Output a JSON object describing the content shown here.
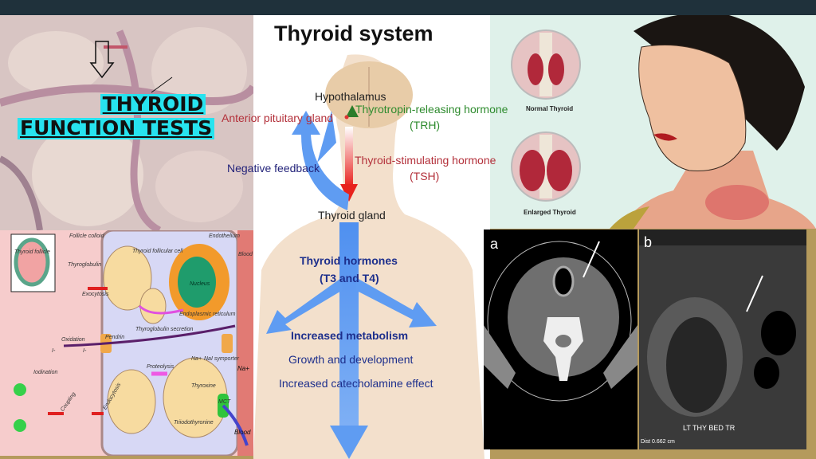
{
  "banner": {
    "line1": "THYROID",
    "line2": "FUNCTION TESTS"
  },
  "diagram": {
    "title": "Thyroid system",
    "hypothalamus": "Hypothalamus",
    "anterior_pituitary": "Anterior pituitary gland",
    "trh": "Thyrotropin-releasing hormone",
    "trh_abbr": "(TRH)",
    "tsh": "Thyroid-stimulating hormone",
    "tsh_abbr": "(TSH)",
    "negative_feedback": "Negative feedback",
    "thyroid_gland": "Thyroid gland",
    "hormones": "Thyroid hormones",
    "hormones_abbr": "(T3 and T4)",
    "effects": [
      "Increased metabolism",
      "Growth and development",
      "Increased catecholamine effect"
    ],
    "colors": {
      "trh": "#2e8b2e",
      "tsh": "#b3303a",
      "feedback": "#23237a",
      "hormones": "#1d2f8c",
      "arrow_blue": "#4f90f0",
      "arrow_red": "#e8221d"
    }
  },
  "goiter": {
    "normal": "Normal Thyroid",
    "enlarged": "Enlarged Thyroid"
  },
  "cell_diagram": {
    "labels": [
      "Thyroid follicle",
      "Follicle colloid",
      "Thyroid follicular cell",
      "Endothelium",
      "Blood",
      "Thyroglobulin",
      "Exocytosis",
      "Nucleus",
      "Endoplasmic reticulum",
      "Thyroglobulin secretion",
      "Pendrin",
      "Oxidation",
      "I-",
      "I-",
      "Na+",
      "NaI symporter",
      "Na+",
      "Iodination",
      "Coupling",
      "Endocytosis",
      "Proteolysis",
      "Thyroxine",
      "Triiodothyronine",
      "MCT",
      "Blood"
    ]
  },
  "imaging": {
    "ct_label": "a",
    "us_label": "b",
    "us_caption": "LT THY BED TR",
    "us_measure": "Dist 0.662 cm"
  }
}
